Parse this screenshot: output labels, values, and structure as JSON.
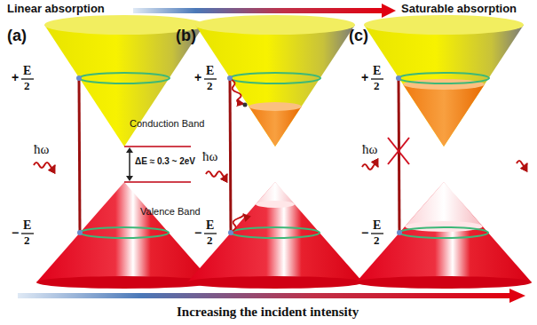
{
  "diagram": {
    "labels": [
      "Linear absorption",
      "Saturable absorption",
      "(a)",
      "(b)",
      "(c)",
      "+",
      "E",
      "2",
      "Conduction Band",
      "ħω",
      "ΔE ≈ 0.3 ~ 2eV",
      "Valence Band",
      "−",
      "E",
      "2",
      "+",
      "E",
      "2",
      "ħω",
      "−",
      "E",
      "2",
      "+",
      "E",
      "2",
      "ħω",
      "−",
      "E",
      "2",
      "Increasing the incident intensity"
    ]
  }
}
